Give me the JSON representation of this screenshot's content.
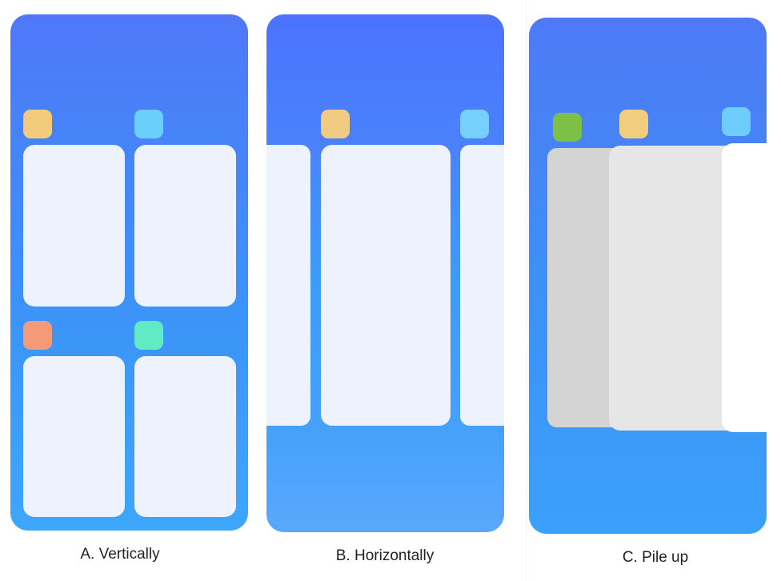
{
  "panels": [
    {
      "id": "a",
      "caption": "A. Vertically",
      "layout": "grid-2x2",
      "app_icon_colors": [
        "#f2cb7d",
        "#6ad0fb",
        "#f59a78",
        "#5fecc5"
      ]
    },
    {
      "id": "b",
      "caption": "B. Horizontally",
      "layout": "horizontal-carousel",
      "app_icon_colors": [
        "#f0cc82",
        "#76d0fd"
      ]
    },
    {
      "id": "c",
      "caption": "C. Pile up",
      "layout": "stacked",
      "app_icon_colors": [
        "#7cc045",
        "#f2cd7f",
        "#6fcdfd"
      ],
      "card_colors": [
        "#d4d4d4",
        "#e6e6e6",
        "#ffffff"
      ]
    }
  ],
  "colors": {
    "card_background": "#eef2fc",
    "page_background": "#ffffff"
  }
}
